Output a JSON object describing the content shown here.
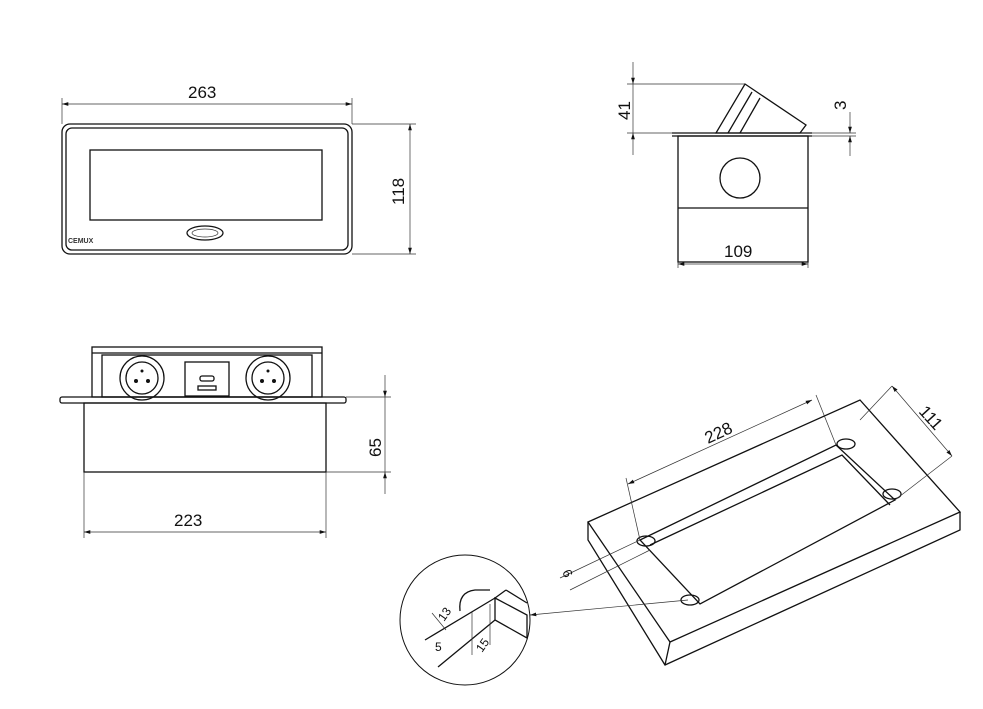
{
  "title": "Pop-up socket box dimension drawing",
  "logo": "CEMUX",
  "views": {
    "top": {
      "width": "263",
      "height": "118"
    },
    "side": {
      "height": "41",
      "lid": "3",
      "width": "109"
    },
    "front": {
      "depth": "65",
      "width": "223"
    },
    "cutout": {
      "length": "228",
      "width": "111",
      "offset": "6"
    },
    "detail": {
      "a": "13",
      "b": "5",
      "c": "15"
    }
  }
}
